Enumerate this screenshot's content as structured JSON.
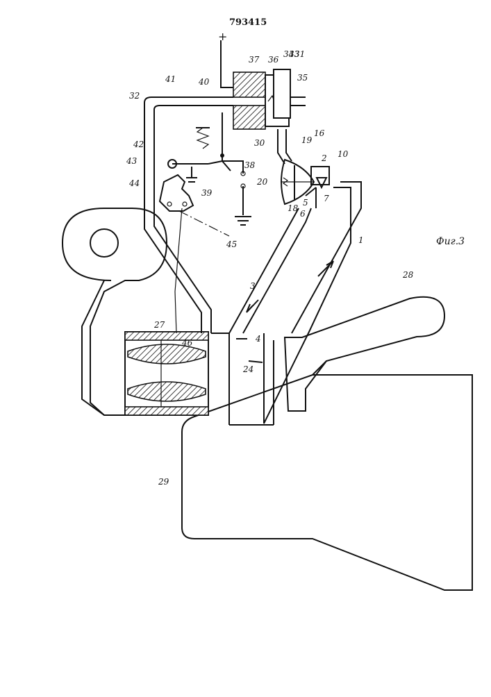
{
  "document": {
    "number": "793415",
    "figure_label": "Фиг.3",
    "plus_sign": "+"
  },
  "labels": [
    {
      "id": "1",
      "text": "1"
    },
    {
      "id": "2",
      "text": "2"
    },
    {
      "id": "3",
      "text": "3"
    },
    {
      "id": "4",
      "text": "4"
    },
    {
      "id": "5",
      "text": "5"
    },
    {
      "id": "6",
      "text": "6"
    },
    {
      "id": "7",
      "text": "7"
    },
    {
      "id": "10",
      "text": "10"
    },
    {
      "id": "16",
      "text": "16"
    },
    {
      "id": "18",
      "text": "18"
    },
    {
      "id": "19",
      "text": "19"
    },
    {
      "id": "20",
      "text": "20"
    },
    {
      "id": "24",
      "text": "24"
    },
    {
      "id": "27",
      "text": "27"
    },
    {
      "id": "28",
      "text": "28"
    },
    {
      "id": "29",
      "text": "29"
    },
    {
      "id": "30",
      "text": "30"
    },
    {
      "id": "31",
      "text": "31"
    },
    {
      "id": "32",
      "text": "32"
    },
    {
      "id": "33",
      "text": "33"
    },
    {
      "id": "34",
      "text": "34"
    },
    {
      "id": "35",
      "text": "35"
    },
    {
      "id": "36",
      "text": "36"
    },
    {
      "id": "37",
      "text": "37"
    },
    {
      "id": "38",
      "text": "38"
    },
    {
      "id": "39",
      "text": "39"
    },
    {
      "id": "40",
      "text": "40"
    },
    {
      "id": "41",
      "text": "41"
    },
    {
      "id": "42",
      "text": "42"
    },
    {
      "id": "43",
      "text": "43"
    },
    {
      "id": "44",
      "text": "44"
    },
    {
      "id": "45",
      "text": "45"
    },
    {
      "id": "46",
      "text": "46"
    }
  ]
}
